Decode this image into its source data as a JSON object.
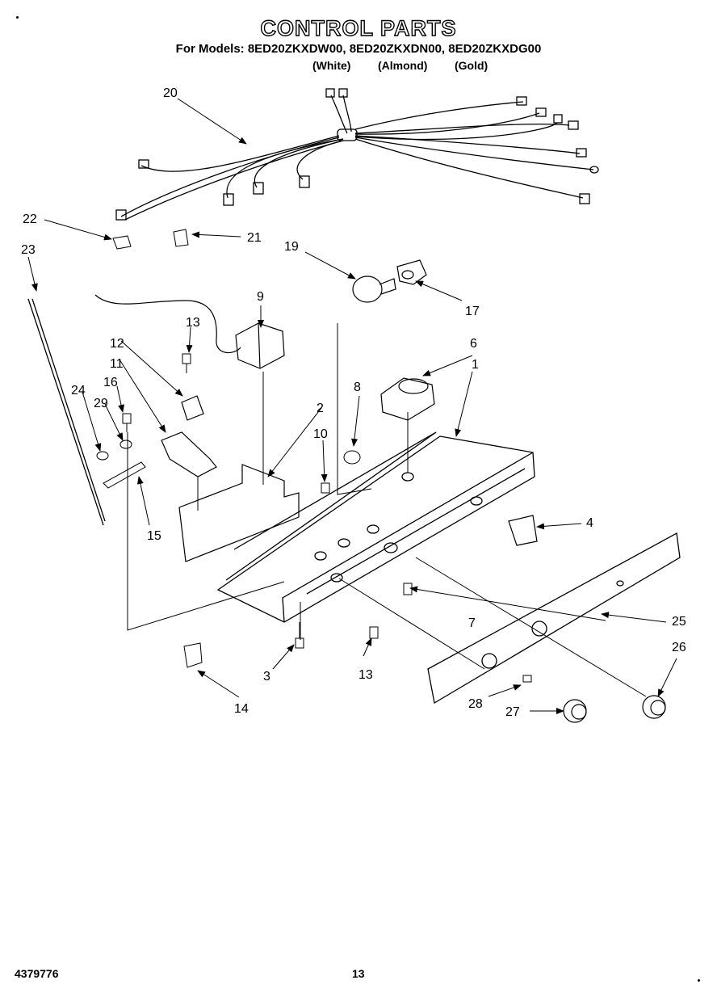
{
  "header": {
    "title": "CONTROL PARTS",
    "models_line": "For Models: 8ED20ZKXDW00, 8ED20ZKXDN00, 8ED20ZKXDG00",
    "colors": [
      "(White)",
      "(Almond)",
      "(Gold)"
    ]
  },
  "footer": {
    "doc_number": "4379776",
    "page_number": "13"
  },
  "callouts": [
    "1",
    "2",
    "3",
    "4",
    "6",
    "7",
    "8",
    "9",
    "10",
    "11",
    "12",
    "13",
    "13",
    "14",
    "15",
    "16",
    "17",
    "19",
    "20",
    "21",
    "22",
    "23",
    "24",
    "25",
    "26",
    "27",
    "28",
    "29"
  ]
}
